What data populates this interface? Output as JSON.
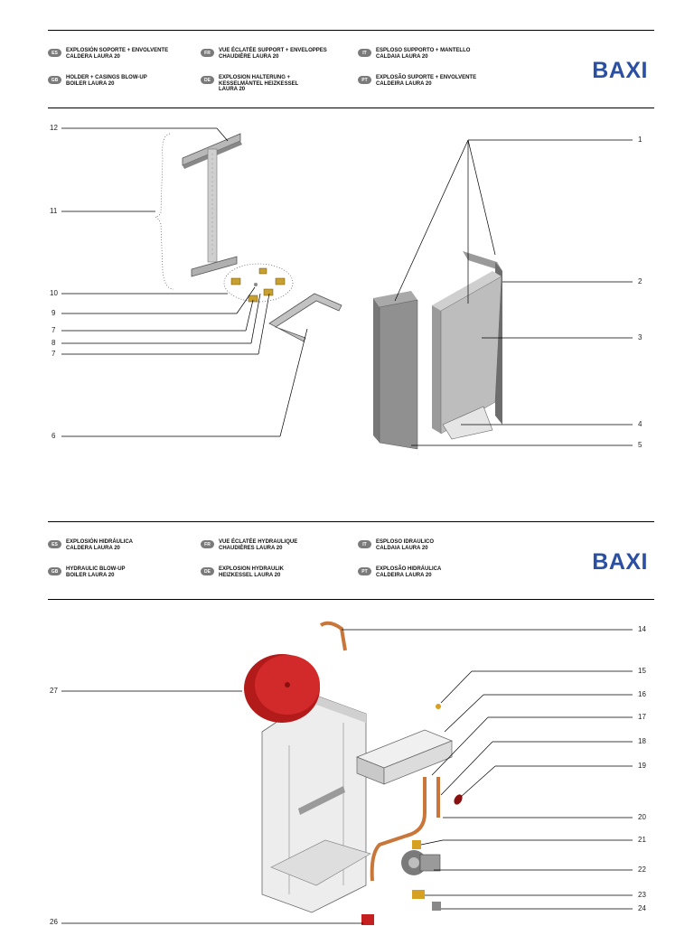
{
  "logo": "BAXI",
  "section1": {
    "langs": [
      {
        "code": "ES",
        "text": "EXPLOSIÓN SOPORTE + ENVOLVENTE\nCALDERA LAURA 20"
      },
      {
        "code": "FR",
        "text": "VUE ÉCLATÉE SUPPORT + ENVELOPPES\nCHAUDIÈRE LAURA 20"
      },
      {
        "code": "IT",
        "text": "ESPLOSO SUPPORTO + MANTELLO\nCALDAIA LAURA 20"
      },
      {
        "code": "GB",
        "text": "HOLDER + CASINGS BLOW-UP\nBOILER LAURA 20"
      },
      {
        "code": "DE",
        "text": "EXPLOSION HALTERUNG +\nKESSELMÄNTEL HEIZKESSEL\nLAURA 20"
      },
      {
        "code": "PT",
        "text": "EXPLOSÃO SUPORTE + ENVOLVENTE\nCALDEIRA LAURA 20"
      }
    ],
    "left_labels": [
      "12",
      "11",
      "10",
      "9",
      "7",
      "8",
      "7",
      "6"
    ],
    "right_labels": [
      "1",
      "2",
      "3",
      "4",
      "5"
    ]
  },
  "section2": {
    "langs": [
      {
        "code": "ES",
        "text": "EXPLOSIÓN HIDRÁULICA\nCALDERA LAURA 20"
      },
      {
        "code": "FR",
        "text": "VUE ÉCLATÉE HYDRAULIQUE\nCHAUDIÈRES LAURA 20"
      },
      {
        "code": "IT",
        "text": "ESPLOSO IDRAULICO\nCALDAIA LAURA 20"
      },
      {
        "code": "GB",
        "text": "HYDRAULIC BLOW-UP\nBOILER LAURA 20"
      },
      {
        "code": "DE",
        "text": "EXPLOSION HYDRAULIK\nHEIZKESSEL LAURA 20"
      },
      {
        "code": "PT",
        "text": "EXPLOSÃO HIDRÁULICA\nCALDEIRA LAURA 20"
      }
    ],
    "left_labels": [
      "27",
      "26"
    ],
    "right_labels": [
      "14",
      "15",
      "16",
      "17",
      "18",
      "19",
      "20",
      "21",
      "22",
      "23",
      "24"
    ]
  },
  "colors": {
    "logo": "#2b4fa3",
    "badge": "#7a7a7a",
    "vessel": "#c42020",
    "copper": "#c8763a",
    "brass": "#d6a020"
  }
}
